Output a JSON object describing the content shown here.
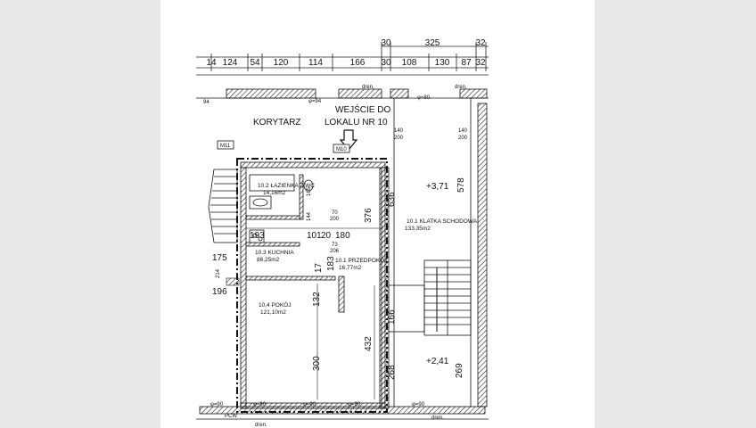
{
  "labels": {
    "corridor": "KORYTARZ",
    "entrance_line1": "WEJŚCIE DO",
    "entrance_line2": "LOKALU NR 10",
    "m11": "M11",
    "m10": "M10",
    "pcw": "PCW",
    "dren1": "dren.",
    "dren2": "dren.",
    "dren3": "dren.",
    "dren4": "dren.",
    "elev1": "+3,71",
    "elev2": "+2,41"
  },
  "top_dims_row1": [
    "30",
    "325",
    "32"
  ],
  "top_dims_row2": [
    "14",
    "124",
    "54",
    "120",
    "114",
    "166",
    "30",
    "108",
    "130",
    "87",
    "32"
  ],
  "rooms": {
    "bath": {
      "name": "10.2 ŁAZIENKA Z WC",
      "area": "14,16m2"
    },
    "kitchen": {
      "name": "10.3 KUCHNIA",
      "area": "86,25m2"
    },
    "hall": {
      "name": "10.1 PRZEDPOKÓJ",
      "area": "16,77m2"
    },
    "room": {
      "name": "10.4 POKÓJ",
      "area": "121,10m2"
    },
    "stair": {
      "name": "10.1 KLATKA SCHODOWA",
      "area": "133,35m2"
    }
  },
  "dims": {
    "d636": "636",
    "d578": "578",
    "d376": "376",
    "d183": "183",
    "d17": "17",
    "d132": "132",
    "d300": "300",
    "d432": "432",
    "d268": "268",
    "d269": "269",
    "d166": "166",
    "d193": "193",
    "d101": "101",
    "d20": "20",
    "d180": "180",
    "d175": "175",
    "d196": "196",
    "d214": "214",
    "d140a": "140",
    "d200a": "200",
    "d140b": "140",
    "d200b": "200",
    "d70": "70",
    "d200c": "200",
    "d73": "73",
    "d206": "206",
    "d165": "165",
    "d144": "144"
  },
  "windows": [
    "φ=94",
    "φ=80",
    "φ=90",
    "φ=90",
    "φ=90",
    "φ=90",
    "φ=90"
  ]
}
